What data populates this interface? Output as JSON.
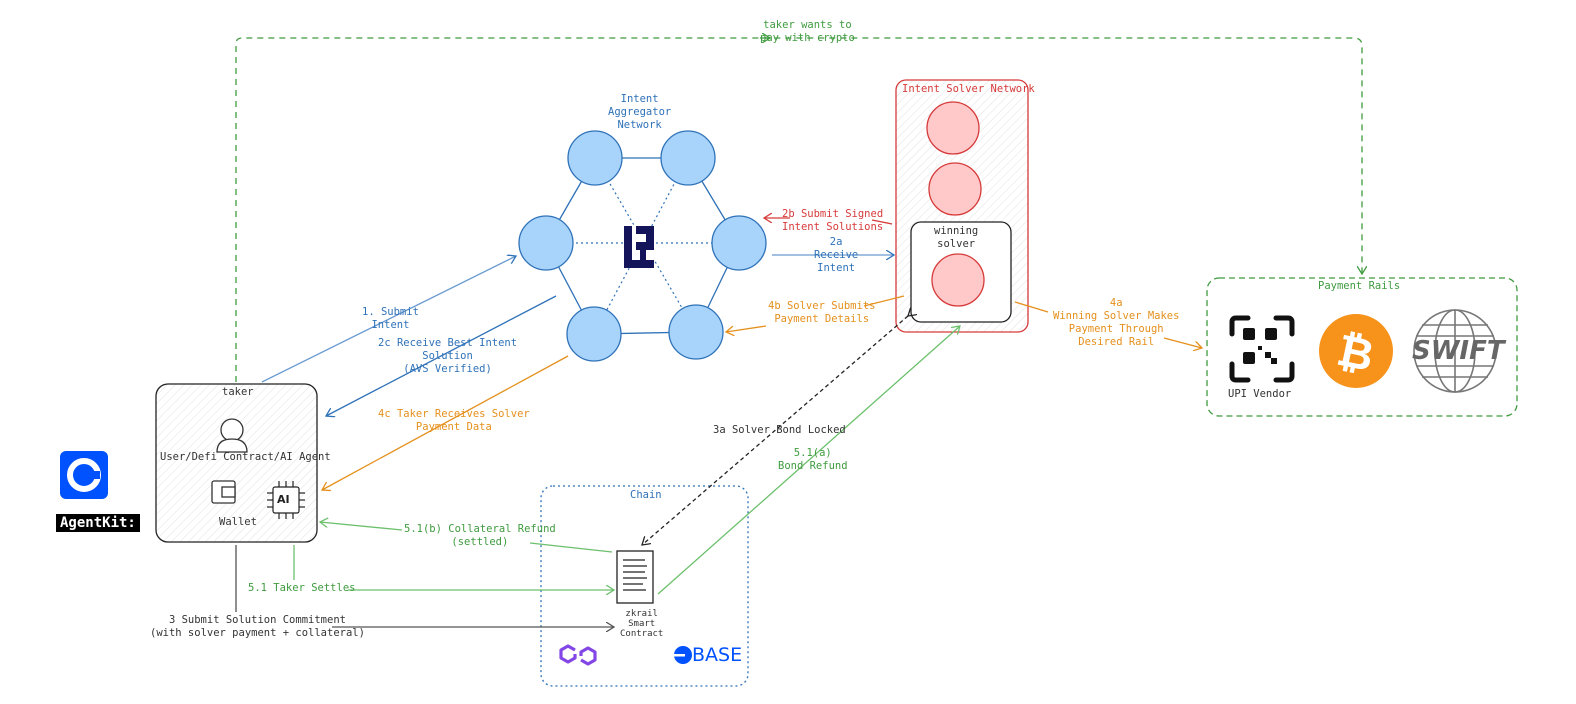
{
  "aggregator": {
    "title_line1": "Intent",
    "title_line2": "Aggregator",
    "title_line3": "Network"
  },
  "solver_network": {
    "title": "Intent Solver Network",
    "winning_line1": "winning",
    "winning_line2": "solver"
  },
  "payment_rails": {
    "title": "Payment Rails",
    "upi_label": "UPI Vendor",
    "swift_text": "SWIFT",
    "bitcoin_icon": "bitcoin-icon",
    "qr_icon": "qr-code-icon"
  },
  "taker": {
    "title": "taker",
    "user_label": "User/Defi Contract/AI Agent",
    "wallet_label": "Wallet",
    "ai_text": "AI"
  },
  "chain": {
    "title": "Chain",
    "contract_line1": "zkrail",
    "contract_line2": "Smart",
    "contract_line3": "Contract",
    "base_text": "BASE"
  },
  "agentkit": {
    "label": "AgentKit:"
  },
  "flows": {
    "top_line1": "taker wants to",
    "top_line2": "pay with crypto",
    "submit_intent_1": "1. Submit",
    "submit_intent_2": "Intent",
    "receive_best_1": "2c Receive Best Intent",
    "receive_best_2": "Solution",
    "receive_best_3": "(AVS Verified)",
    "submit_signed_1": "2b Submit Signed",
    "submit_signed_2": "Intent Solutions",
    "receive_intent_1": "2a",
    "receive_intent_2": "Receive",
    "receive_intent_3": "Intent",
    "solver_submits_1": "4b Solver Submits",
    "solver_submits_2": "Payment Details",
    "taker_receives_1": "4c Taker Receives Solver",
    "taker_receives_2": "Payment Data",
    "winning_pay_1": "4a",
    "winning_pay_2": "Winning Solver Makes",
    "winning_pay_3": "Payment Through",
    "winning_pay_4": "Desired Rail",
    "bond_locked": "3a Solver Bond Locked",
    "bond_refund_1": "5.1(a)",
    "bond_refund_2": "Bond Refund",
    "collateral_1": "5.1(b) Collateral Refund",
    "collateral_2": "(settled)",
    "taker_settles": "5.1 Taker Settles",
    "commitment_1": "3 Submit Solution Commitment",
    "commitment_2": "(with solver payment + collateral)"
  },
  "colors": {
    "blue": "#2f72b8",
    "node": "#a8d4fb",
    "red": "#d63a3a",
    "solver_node": "#ffc9c9",
    "orange": "#e5901c",
    "green": "#3f9b3f",
    "coinbase": "#0052ff",
    "bitcoin": "#f7931a"
  }
}
